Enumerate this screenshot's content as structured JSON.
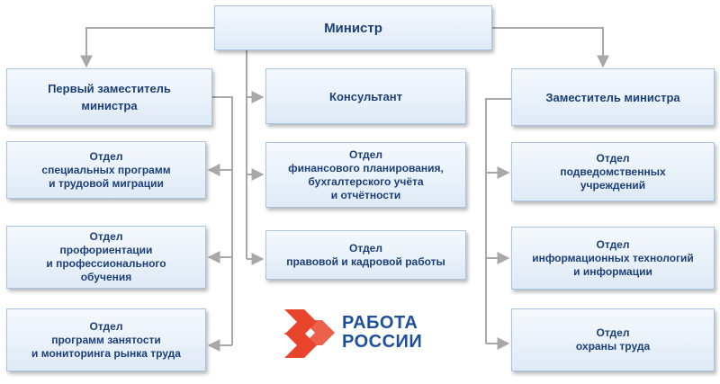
{
  "minister": "Министр",
  "left": {
    "head": "Первый заместитель\nминистра",
    "departments": [
      "Отдел\nспециальных программ\nи трудовой миграции",
      "Отдел\nпрофориентации\nи профессионального\nобучения",
      "Отдел\nпрограмм занятости\nи мониторинга рынка труда"
    ]
  },
  "center": {
    "consultant": "Консультант",
    "departments": [
      "Отдел\nфинансового планирования,\nбухгалтерского учёта\nи отчётности",
      "Отдел\nправовой и кадровой работы"
    ]
  },
  "right": {
    "head": "Заместитель министра",
    "departments": [
      "Отдел\nподведомственных\nучреждений",
      "Отдел\nинформационных технологий\nи информации",
      "Отдел\nохраны труда"
    ]
  },
  "logo": {
    "text": "РАБОТА\nРОССИИ",
    "color": "#e8452c"
  },
  "colors": {
    "box_text": "#1b3f78",
    "connector": "#a8a8a8",
    "logo_text": "#1d4f9b"
  }
}
